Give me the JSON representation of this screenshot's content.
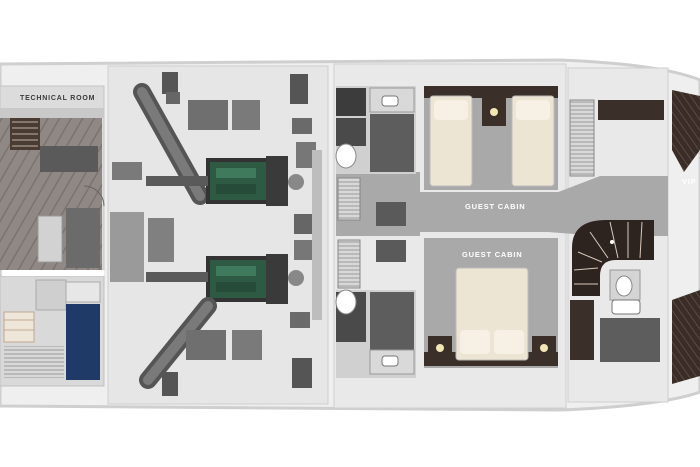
{
  "labels": {
    "technical_room": "TECHNICAL ROOM",
    "guest_cabin_top": "GUEST CABIN",
    "guest_cabin_bottom": "GUEST CABIN",
    "vip": "VIP"
  },
  "colors": {
    "hull": "#efefef",
    "hull_edge": "#cfcfcf",
    "floor": "#a9a9a9",
    "wall": "#e4e4e4",
    "wood": "#8d8580",
    "dark_wood": "#3a2c26",
    "engine_green": "#2e5a44",
    "bed": "#ece5d3",
    "blue": "#1f3a66"
  }
}
